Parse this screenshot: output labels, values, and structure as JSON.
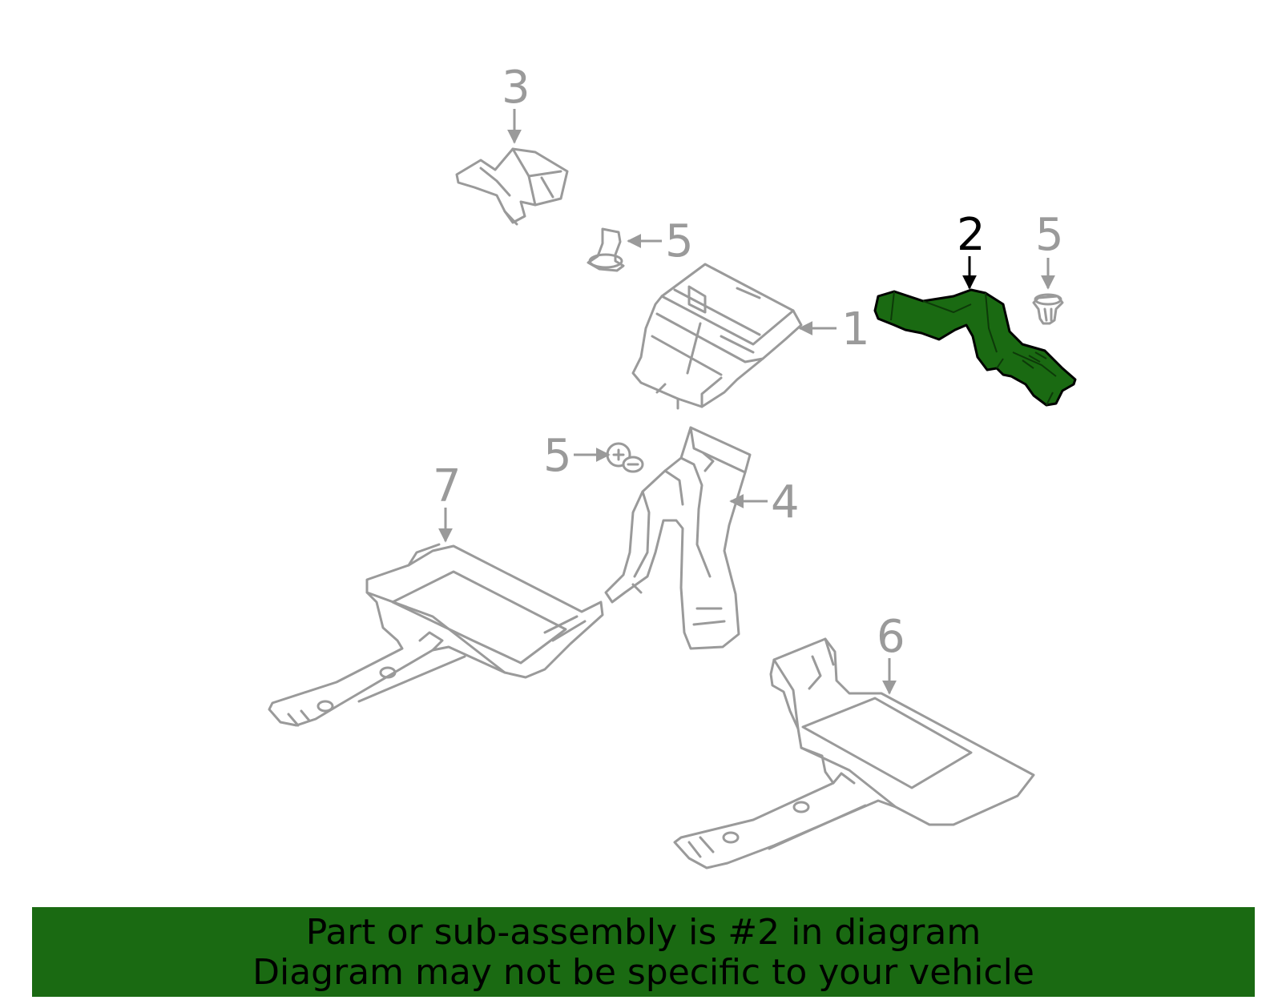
{
  "callouts": {
    "c1": "1",
    "c2": "2",
    "c3": "3",
    "c4": "4",
    "c5a": "5",
    "c5b": "5",
    "c5c": "5",
    "c6": "6",
    "c7": "7"
  },
  "highlighted_part": "2",
  "colors": {
    "highlight": "#1a6a12",
    "outline": "#9a9a9a",
    "banner": "#1a6a12"
  },
  "banner": {
    "line1": "Part or sub-assembly is #2 in diagram",
    "line2": "Diagram may not be specific to your vehicle"
  }
}
